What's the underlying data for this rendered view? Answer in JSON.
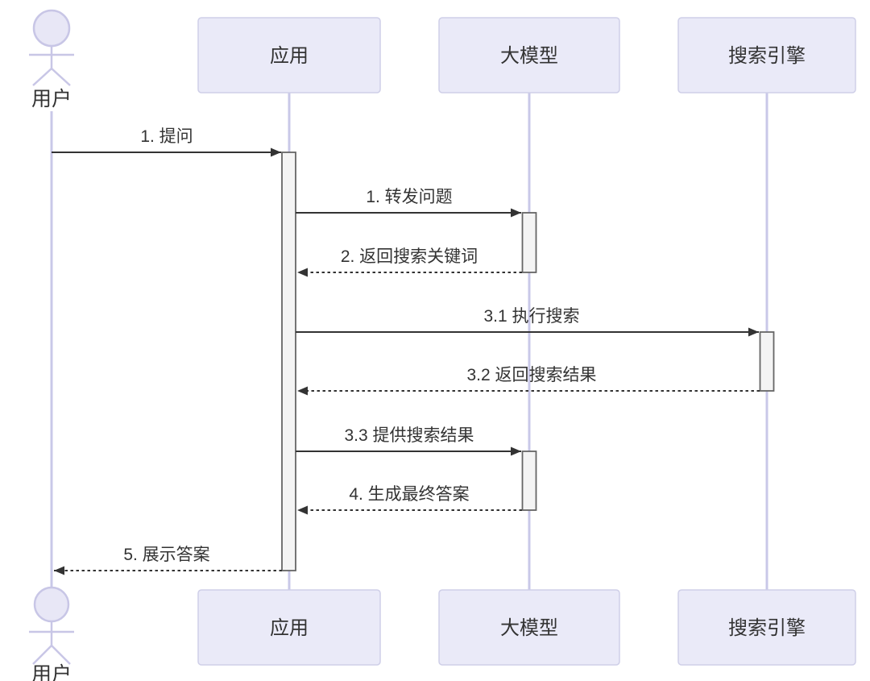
{
  "diagram": {
    "type": "sequence-diagram",
    "background": "#ffffff",
    "colors": {
      "participant_fill": "#EAEAF8",
      "participant_border": "#CFCFE8",
      "actor_stroke": "#C8C6E6",
      "actor_head_fill": "#E8E7F6",
      "lifeline": "#C9C8E8",
      "activation_fill": "#F4F4F4",
      "activation_border": "#666666",
      "message_line": "#333333",
      "text": "#333333"
    }
  },
  "participants": [
    {
      "label": "用户",
      "type": "actor"
    },
    {
      "label": "应用",
      "type": "participant"
    },
    {
      "label": "大模型",
      "type": "participant"
    },
    {
      "label": "搜索引擎",
      "type": "participant"
    }
  ],
  "messages": [
    {
      "label": "1. 提问",
      "from": "用户",
      "to": "应用",
      "line": "solid"
    },
    {
      "label": "1. 转发问题",
      "from": "应用",
      "to": "大模型",
      "line": "solid"
    },
    {
      "label": "2. 返回搜索关键词",
      "from": "大模型",
      "to": "应用",
      "line": "dashed"
    },
    {
      "label": "3.1 执行搜索",
      "from": "应用",
      "to": "搜索引擎",
      "line": "solid"
    },
    {
      "label": "3.2 返回搜索结果",
      "from": "搜索引擎",
      "to": "应用",
      "line": "dashed"
    },
    {
      "label": "3.3 提供搜索结果",
      "from": "应用",
      "to": "大模型",
      "line": "solid"
    },
    {
      "label": "4. 生成最终答案",
      "from": "大模型",
      "to": "应用",
      "line": "dashed"
    },
    {
      "label": "5. 展示答案",
      "from": "应用",
      "to": "用户",
      "line": "dashed"
    }
  ]
}
